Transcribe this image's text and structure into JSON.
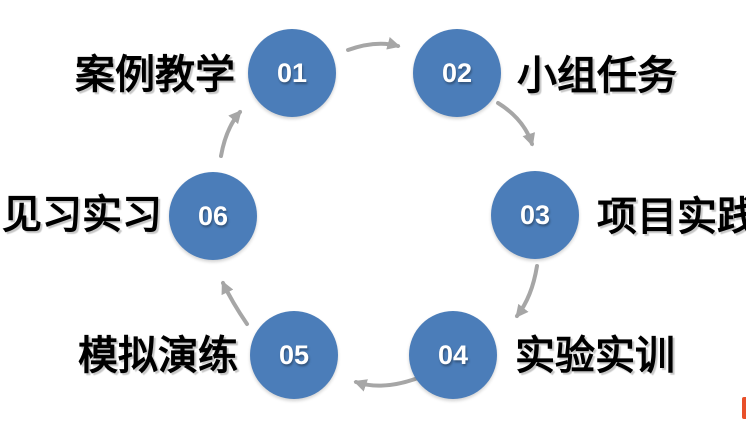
{
  "diagram": {
    "type": "cycle",
    "steps": [
      {
        "number": "01",
        "label": "案例教学",
        "label_side": "left"
      },
      {
        "number": "02",
        "label": "小组任务",
        "label_side": "right"
      },
      {
        "number": "03",
        "label": "项目实践",
        "label_side": "right"
      },
      {
        "number": "04",
        "label": "实验实训",
        "label_side": "right"
      },
      {
        "number": "05",
        "label": "模拟演练",
        "label_side": "left"
      },
      {
        "number": "06",
        "label": "见习实习",
        "label_side": "left"
      }
    ],
    "connections": [
      {
        "from": "01",
        "to": "02"
      },
      {
        "from": "02",
        "to": "03"
      },
      {
        "from": "03",
        "to": "04"
      },
      {
        "from": "04",
        "to": "05"
      },
      {
        "from": "05",
        "to": "06"
      },
      {
        "from": "06",
        "to": "01"
      }
    ],
    "colors": {
      "circle_fill": "#4B7DB9",
      "number_text": "#FFFFFF",
      "label_text": "#000000",
      "arrow": "#A6A6A6",
      "clipped_edge_mark": "#E8502A"
    }
  }
}
